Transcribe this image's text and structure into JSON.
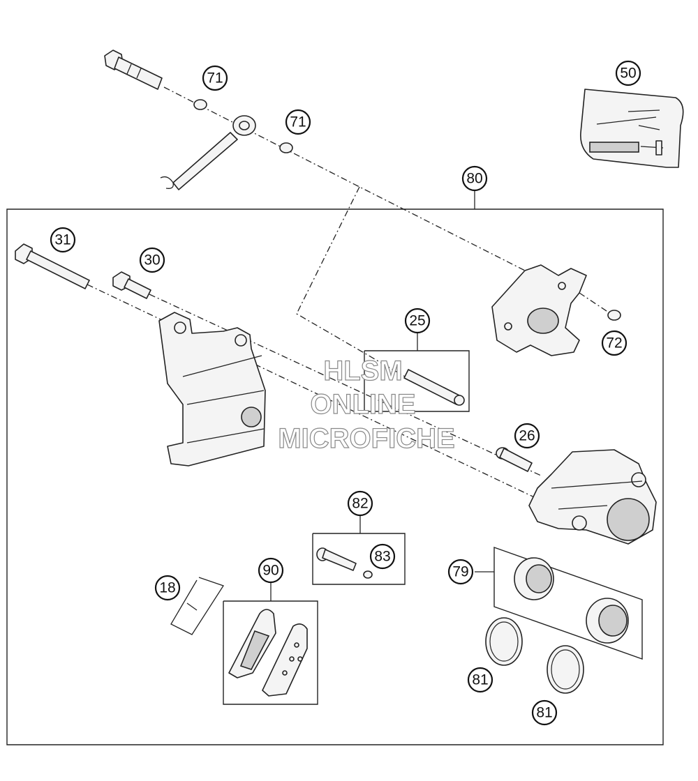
{
  "callouts": {
    "c71a": "71",
    "c71b": "71",
    "c50": "50",
    "c80": "80",
    "c31": "31",
    "c30": "30",
    "c25": "25",
    "c72": "72",
    "c26": "26",
    "c82": "82",
    "c83": "83",
    "c90": "90",
    "c18": "18",
    "c79": "79",
    "c81a": "81",
    "c81b": "81"
  },
  "watermark": {
    "line1": "HLSM",
    "line2": "ONLINE",
    "line3": "MICROFICHE"
  }
}
